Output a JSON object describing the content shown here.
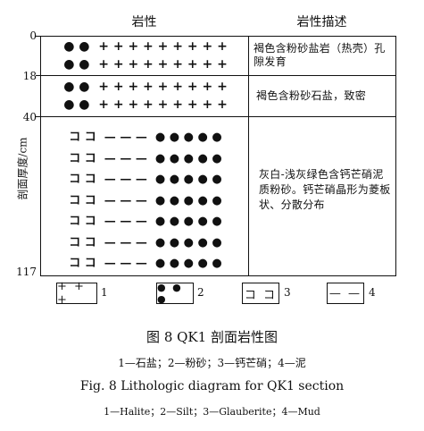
{
  "header": {
    "lithology": "岩性",
    "description": "岩性描述"
  },
  "y_axis": {
    "label": "剖面厚度/cm",
    "ticks": [
      "0",
      "18",
      "40",
      "117"
    ]
  },
  "layers": [
    {
      "symbols": [
        "● ●  + + + + + + + + +",
        "● ●  + + + + + + + + +"
      ],
      "description": "褐色含粉砂盐岩（热壳）孔隙发育"
    },
    {
      "symbols": [
        "● ●  + + + + + + + + +",
        "● ●  + + + + + + + + +"
      ],
      "description": "褐色含粉砂石盐，致密"
    },
    {
      "symbols": [
        "コ コ  — — —  ● ● ● ● ●",
        "コ コ  — — —  ● ● ● ● ●",
        "コ コ  — — —  ● ● ● ● ●",
        "コ コ  — — —  ● ● ● ● ●",
        "コ コ  — — —  ● ● ● ● ●",
        "コ コ  — — —  ● ● ● ● ●",
        "コ コ  — — —  ● ● ● ● ●"
      ],
      "description": "灰白-浅灰绿色含钙芒硝泥质粉砂。钙芒硝晶形为菱板状、分散分布"
    }
  ],
  "legend": [
    {
      "symbol": "+ + +",
      "number": "1"
    },
    {
      "symbol": "● ● ●",
      "number": "2"
    },
    {
      "symbol": "コ コ",
      "number": "3"
    },
    {
      "symbol": "— —",
      "number": "4"
    }
  ],
  "caption": {
    "cn_title": "图 8   QK1 剖面岩性图",
    "cn_legend": "1—石盐；2—粉砂；3—钙芒硝；4—泥",
    "en_title": "Fig. 8   Lithologic diagram for QK1 section",
    "en_legend": "1—Halite；2—Silt；3—Glauberite；4—Mud"
  }
}
